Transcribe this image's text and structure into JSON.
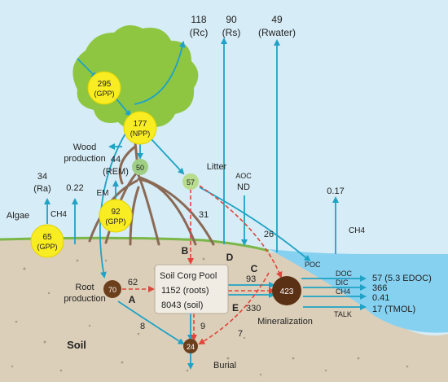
{
  "fluxes_out": {
    "rc_value": "118",
    "rc_label": "(Rc)",
    "rs_value": "90",
    "rs_label": "(Rs)",
    "rwater_value": "49",
    "rwater_label": "(Rwater)"
  },
  "tree": {
    "gpp_value": "295",
    "gpp_label": "(GPP)",
    "npp_value": "177",
    "npp_label": "(NPP)",
    "stem_value": "50",
    "wood_production_line1": "Wood",
    "wood_production_line2": "production",
    "rem_value": "44",
    "rem_label": "(REM)",
    "em_label": "EM",
    "em_gpp_value": "92",
    "em_gpp_label": "(GPP)"
  },
  "algae": {
    "label": "Algae",
    "gpp_value": "65",
    "gpp_label": "(GPP)",
    "ra_value": "34",
    "ra_label": "(Ra)",
    "ch4_label": "CH4",
    "ch4_value": "0.22"
  },
  "litter": {
    "label": "Litter",
    "value": "57",
    "to_pool_value": "31",
    "aoc_label": "AOC",
    "nd_label": "ND",
    "to_water_value": "26"
  },
  "water": {
    "ch4_value": "0.17",
    "ch4_label": "CH4",
    "poc_label": "POC",
    "doc_label": "DOC",
    "doc_value": "57 (5.3 EDOC)",
    "dic_label": "DIC",
    "dic_value": "366",
    "ch4_out_label": "CH4",
    "ch4_out_value": "0.41",
    "talk_label": "TALK",
    "talk_value": "17 (TMOL)"
  },
  "soil": {
    "label": "Soil",
    "pool_title": "Soil Corg Pool",
    "pool_roots": "1152 (roots)",
    "pool_soil": "8043 (soil)",
    "root_production_line1": "Root",
    "root_production_line2": "production",
    "root_value": "70",
    "to_pool_value": "62",
    "to_burial_root": "8",
    "to_burial_pool": "9",
    "to_burial_mineral": "7",
    "pool_to_min": "93",
    "to_min_e": "330",
    "mineral_value": "423",
    "mineral_label": "Mineralization",
    "burial_value": "24",
    "burial_label": "Burial",
    "letters": [
      "A",
      "B",
      "C",
      "D",
      "E"
    ]
  },
  "colors": {
    "sky": "#d6ecf6",
    "soil": "#dccfb9",
    "water": "#86d0f0",
    "arrow": "#1fa2c5",
    "dashed": "#e0443b",
    "canopy": "#8ec641",
    "yellow_pool": "#f8ec22",
    "brown_pool": "#6b3e1c"
  }
}
